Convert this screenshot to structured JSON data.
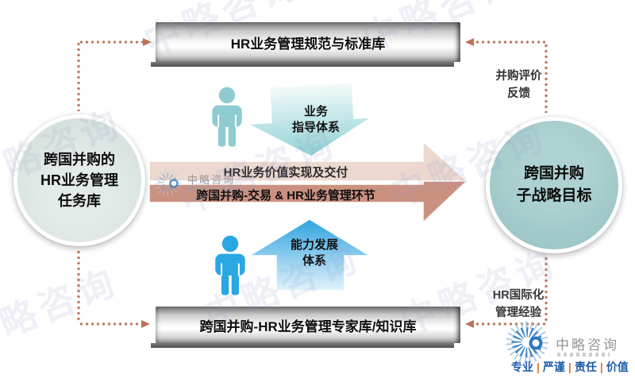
{
  "watermark": {
    "text": "中略咨询"
  },
  "top_bar": {
    "label": "HR业务管理规范与标准库"
  },
  "bottom_bar": {
    "label": "跨国并购-HR业务管理专家库/知识库"
  },
  "left_circle": {
    "lines": [
      "跨国并购的",
      "HR业务管理",
      "任务库"
    ]
  },
  "right_circle": {
    "lines": [
      "跨国并购",
      "子战略目标"
    ]
  },
  "main_arrow": {
    "top_label": "HR业务价值实现及交付",
    "bottom_label": "跨国并购-交易 & HR业务管理环节",
    "light_color": "#ecd8cf",
    "dark_color": "#ca9181"
  },
  "guide_arrow": {
    "line1": "业务",
    "line2": "指导体系",
    "color": "#8ed0d4"
  },
  "capability_arrow": {
    "line1": "能力发展",
    "line2": "体系",
    "color": "#2fa3e0"
  },
  "person_top": {
    "color": "#8fccd2"
  },
  "person_bottom": {
    "color": "#29a7e2"
  },
  "notes": {
    "feedback": {
      "line1": "并购评价",
      "line2": "反馈"
    },
    "experience": {
      "line1": "HR国际化",
      "line2": "管理经验"
    }
  },
  "connector": {
    "color": "#c0795f"
  },
  "inline_logo": {
    "name": "中略咨询"
  },
  "footer_logo": {
    "name": "中略咨询",
    "separator": "|",
    "motto": [
      "专业",
      "严谨",
      "责任",
      "价值"
    ],
    "blue": "#1e5ba8",
    "orange": "#e07b2a"
  }
}
